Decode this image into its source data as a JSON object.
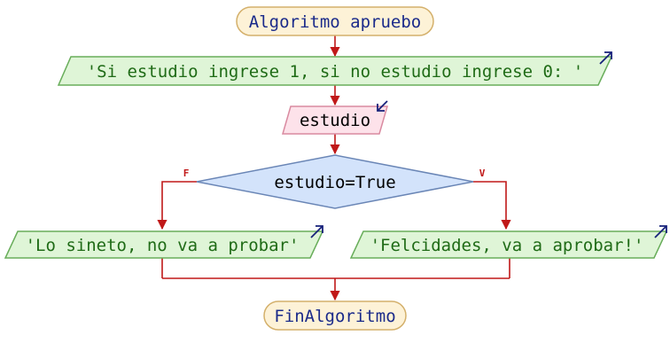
{
  "flowchart": {
    "start": {
      "label": "Algoritmo apruebo"
    },
    "output_prompt": {
      "label": "'Si estudio ingrese 1, si no estudio ingrese 0: '",
      "icon": "output-arrow-icon"
    },
    "input_var": {
      "label": "estudio",
      "icon": "input-arrow-icon"
    },
    "decision": {
      "label": "estudio=True",
      "false_flag": "F",
      "true_flag": "V"
    },
    "output_false": {
      "label": "'Lo sineto, no va a probar'",
      "icon": "output-arrow-icon"
    },
    "output_true": {
      "label": "'Felcidades, va a aprobar!'",
      "icon": "output-arrow-icon"
    },
    "end": {
      "label": "FinAlgoritmo"
    }
  },
  "colors": {
    "terminal_fill": "#fdf2d7",
    "terminal_stroke": "#d4b06b",
    "terminal_text": "#1a2a8a",
    "output_fill": "#dff5d7",
    "output_stroke": "#68ad5a",
    "output_text": "#1f6b16",
    "input_fill": "#fde2ea",
    "input_stroke": "#d98aa0",
    "decision_fill": "#d3e3fb",
    "decision_stroke": "#6a86b6",
    "connector": "#c01818",
    "corner_arrow": "#16207a",
    "black_text": "#000000"
  }
}
